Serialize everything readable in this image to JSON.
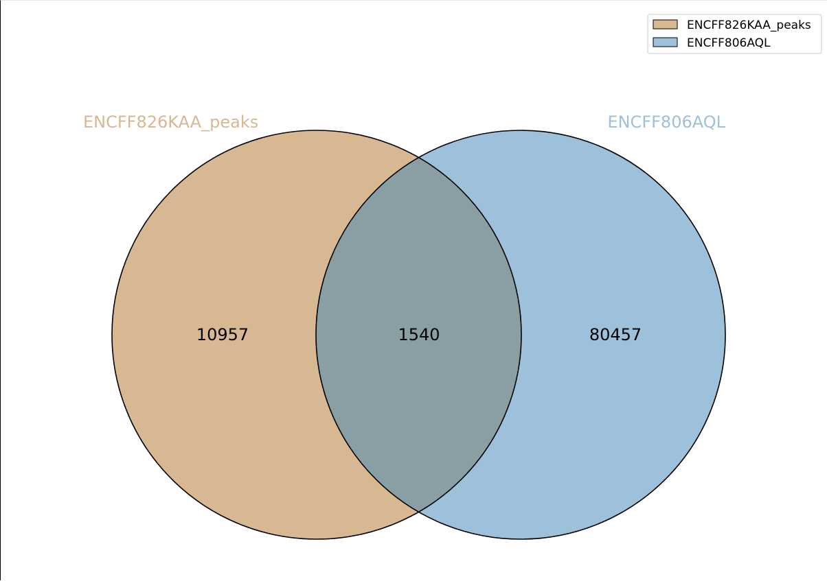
{
  "chart_data": {
    "type": "venn",
    "sets": [
      {
        "name": "ENCFF826KAA_peaks",
        "color": "#d8b893"
      },
      {
        "name": "ENCFF806AQL",
        "color": "#9dc1db"
      }
    ],
    "counts": {
      "only_a": "10957",
      "intersection": "1540",
      "only_b": "80457"
    },
    "intersection_color": "#899fa4",
    "legend": {
      "placement": "top-right",
      "entries": [
        "ENCFF826KAA_peaks",
        "ENCFF806AQL"
      ]
    }
  }
}
